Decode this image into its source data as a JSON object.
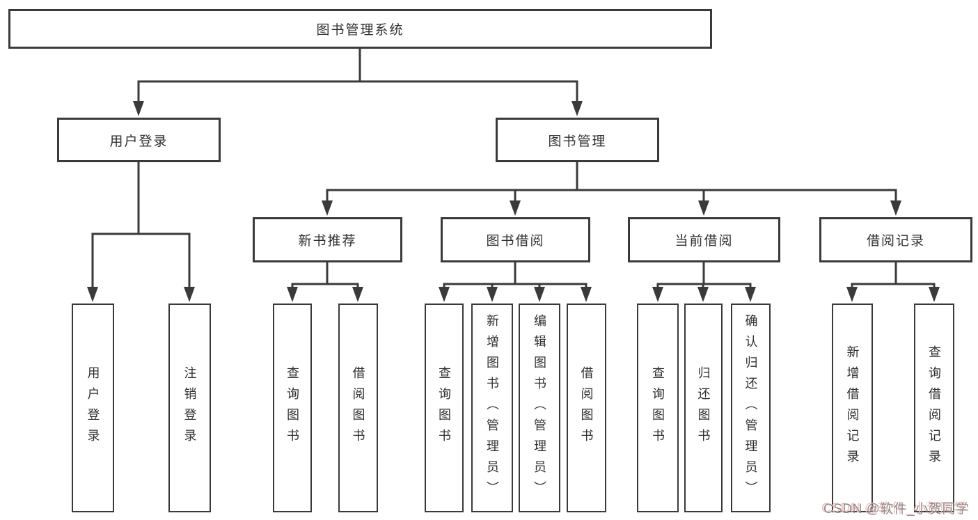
{
  "diagram": {
    "root": {
      "label": "图书管理系统"
    },
    "branches": {
      "userLogin": {
        "label": "用户登录",
        "children": [
          "用户登录",
          "注销登录"
        ]
      },
      "bookManagement": {
        "label": "图书管理",
        "sections": {
          "newBookRecommend": {
            "label": "新书推荐",
            "children": [
              "查询图书",
              "借阅图书"
            ]
          },
          "bookBorrowing": {
            "label": "图书借阅",
            "children": [
              "查询图书",
              "新增图书（管理员）",
              "编辑图书（管理员）",
              "借阅图书"
            ]
          },
          "currentBorrowing": {
            "label": "当前借阅",
            "children": [
              "查询图书",
              "归还图书",
              "确认归还（管理员）"
            ]
          },
          "borrowingRecords": {
            "label": "借阅记录",
            "children": [
              "新增借阅记录",
              "查询借阅记录"
            ]
          }
        }
      }
    }
  },
  "watermark": {
    "text": "CSDN @软件_小贺同学"
  },
  "colors": {
    "line": "#3a3a3a",
    "box_border": "#3a3a3a",
    "box_fill": "#ffffff",
    "text": "#303030",
    "watermark_gray": "#8f8f8f",
    "watermark_red_ghost": "#f3bcbc",
    "background": "#ffffff"
  }
}
